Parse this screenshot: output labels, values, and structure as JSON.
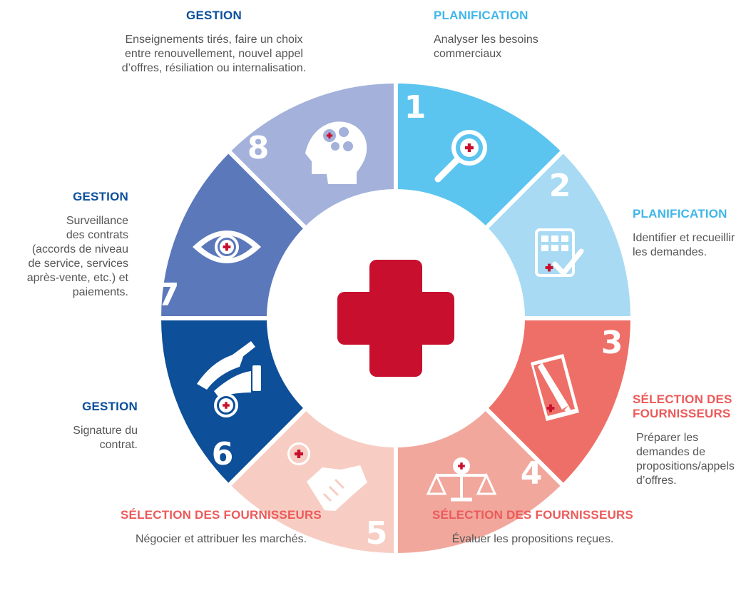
{
  "colors": {
    "seg1": "#5bc5ef",
    "seg2": "#a8daf3",
    "seg3": "#ee6f67",
    "seg4": "#f1a79c",
    "seg5": "#f7cdc3",
    "seg6": "#0d4f98",
    "seg7": "#5b78bb",
    "seg8": "#a3b1db",
    "cross": "#c8102e",
    "gestion": "#0b4f9c",
    "planification": "#3fb6e8",
    "selection": "#ec5a5a"
  },
  "segments": [
    {
      "number": "1",
      "icon": "magnifier-icon"
    },
    {
      "number": "2",
      "icon": "checklist-icon"
    },
    {
      "number": "3",
      "icon": "document-pen-icon"
    },
    {
      "number": "4",
      "icon": "scales-icon"
    },
    {
      "number": "5",
      "icon": "handshake-icon"
    },
    {
      "number": "6",
      "icon": "signature-hand-icon"
    },
    {
      "number": "7",
      "icon": "eye-icon"
    },
    {
      "number": "8",
      "icon": "head-gears-icon"
    }
  ],
  "labels": {
    "step8": {
      "heading": "GESTION",
      "lines": [
        "Enseignements tirés, faire un choix",
        "entre renouvellement, nouvel appel",
        "d’offres, résiliation ou internalisation."
      ]
    },
    "step1": {
      "heading": "PLANIFICATION",
      "lines": [
        "Analyser les besoins",
        "commerciaux"
      ]
    },
    "step2": {
      "heading": "PLANIFICATION",
      "lines": [
        "Identifier et recueillir",
        "les demandes."
      ]
    },
    "step3": {
      "heading_lines": [
        "SÉLECTION DES",
        "FOURNISSEURS"
      ],
      "lines": [
        "Préparer les",
        "demandes de",
        "propositions/appels",
        "d’offres."
      ]
    },
    "step4": {
      "heading": "SÉLECTION DES FOURNISSEURS",
      "lines": [
        "Évaluer les propositions reçues."
      ]
    },
    "step5": {
      "heading": "SÉLECTION DES FOURNISSEURS",
      "lines": [
        "Négocier et attribuer les marchés."
      ]
    },
    "step6": {
      "heading": "GESTION",
      "lines": [
        "Signature du",
        "contrat."
      ]
    },
    "step7": {
      "heading": "GESTION",
      "lines": [
        "Surveillance",
        "des contrats",
        "(accords de niveau",
        "de service, services",
        "après-vente, etc.) et",
        "paiements."
      ]
    }
  }
}
